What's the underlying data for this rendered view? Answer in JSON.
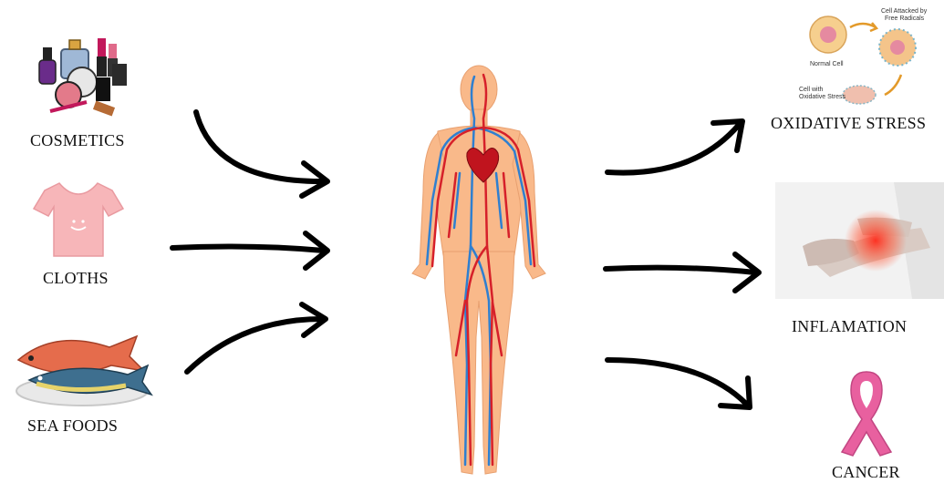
{
  "inputs": {
    "cosmetics": "COSMETICS",
    "cloths": "CLOTHS",
    "sea_foods": "SEA FOODS"
  },
  "outputs": {
    "oxidative_stress": "OXIDATIVE STRESS",
    "inflamation": "INFLAMATION",
    "cancer": "CANCER"
  },
  "oxidative_inset": {
    "normal_cell": "Normal Cell",
    "attacked_line1": "Cell Attacked by",
    "attacked_line2": "Free Radicals",
    "stress_line1": "Cell with",
    "stress_line2": "Oxidative Stress"
  },
  "colors": {
    "arrow": "#000000",
    "body_skin": "#f9b98a",
    "artery": "#d6202a",
    "vein": "#2f7fd0",
    "ribbon": "#e8609f",
    "shirt": "#f7b6b9",
    "inflammation": "#ff2a1a"
  }
}
